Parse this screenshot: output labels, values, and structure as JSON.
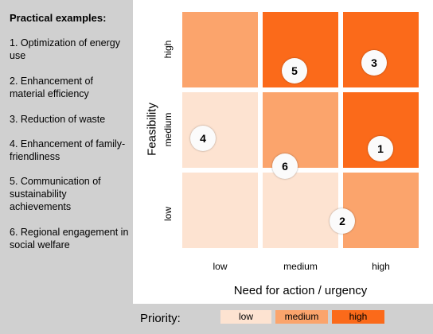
{
  "sidebar": {
    "title": "Practical examples:",
    "items": [
      "1. Optimization of energy use",
      "2. Enhancement of material efficiency",
      "3. Reduction of waste",
      "4. Enhancement of family-friendliness",
      "5. Communication of sustainability achievements",
      "6. Regional engagement in social welfare"
    ]
  },
  "matrix": {
    "x_axis_title": "Need for action / urgency",
    "y_axis_title": "Feasibility",
    "x_ticks": [
      "low",
      "medium",
      "high"
    ],
    "y_ticks": [
      "high",
      "medium",
      "low"
    ],
    "cells": [
      [
        "medium",
        "high",
        "high"
      ],
      [
        "low",
        "medium",
        "high"
      ],
      [
        "low",
        "low",
        "medium"
      ]
    ],
    "markers": [
      "1",
      "2",
      "3",
      "4",
      "5",
      "6"
    ]
  },
  "legend": {
    "label": "Priority:",
    "items": [
      "low",
      "medium",
      "high"
    ]
  },
  "colors": {
    "low": "#fde3d1",
    "medium": "#fba46c",
    "high": "#fb6a1a",
    "background": "#d0d0d0"
  }
}
